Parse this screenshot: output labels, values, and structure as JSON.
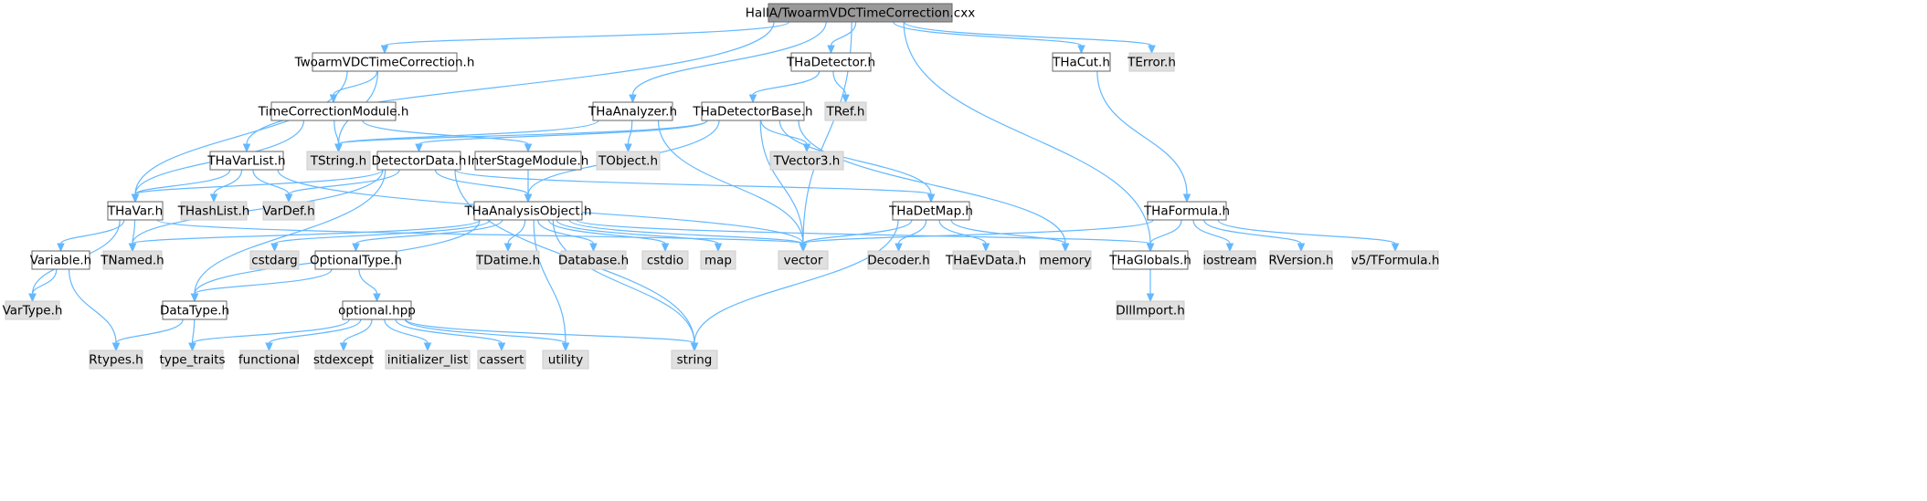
{
  "graph": {
    "title": "Include dependency graph",
    "colors": {
      "root_fill": "#999999",
      "root_stroke": "#666666",
      "node_fill": "#ffffff",
      "node_stroke": "#666666",
      "external_fill": "#e0e0e0",
      "external_stroke": "#cccccc",
      "edge": "#63b8ff"
    },
    "nodes": [
      {
        "id": "root",
        "label": "HallA/TwoarmVDCTimeCorrection.cxx",
        "kind": "root"
      },
      {
        "id": "twoarm",
        "label": "TwoarmVDCTimeCorrection.h",
        "kind": "header"
      },
      {
        "id": "thadetector",
        "label": "THaDetector.h",
        "kind": "header"
      },
      {
        "id": "thacut",
        "label": "THaCut.h",
        "kind": "header"
      },
      {
        "id": "terror",
        "label": "TError.h",
        "kind": "external"
      },
      {
        "id": "timecorr",
        "label": "TimeCorrectionModule.h",
        "kind": "header"
      },
      {
        "id": "thaanalyzer",
        "label": "THaAnalyzer.h",
        "kind": "header"
      },
      {
        "id": "thadetbase",
        "label": "THaDetectorBase.h",
        "kind": "header"
      },
      {
        "id": "tref",
        "label": "TRef.h",
        "kind": "external"
      },
      {
        "id": "thavarlist",
        "label": "THaVarList.h",
        "kind": "header"
      },
      {
        "id": "tstring",
        "label": "TString.h",
        "kind": "external"
      },
      {
        "id": "detdata",
        "label": "DetectorData.h",
        "kind": "header"
      },
      {
        "id": "interstage",
        "label": "InterStageModule.h",
        "kind": "header"
      },
      {
        "id": "tobject",
        "label": "TObject.h",
        "kind": "external"
      },
      {
        "id": "tvector3",
        "label": "TVector3.h",
        "kind": "external"
      },
      {
        "id": "thavar",
        "label": "THaVar.h",
        "kind": "header"
      },
      {
        "id": "thahashlist",
        "label": "THashList.h",
        "kind": "external"
      },
      {
        "id": "vardef",
        "label": "VarDef.h",
        "kind": "external"
      },
      {
        "id": "thaanalysisobj",
        "label": "THaAnalysisObject.h",
        "kind": "header"
      },
      {
        "id": "thadetmap",
        "label": "THaDetMap.h",
        "kind": "header"
      },
      {
        "id": "thaformula",
        "label": "THaFormula.h",
        "kind": "header"
      },
      {
        "id": "variable",
        "label": "Variable.h",
        "kind": "header"
      },
      {
        "id": "tnamed",
        "label": "TNamed.h",
        "kind": "external"
      },
      {
        "id": "cstdarg",
        "label": "cstdarg",
        "kind": "external"
      },
      {
        "id": "optionaltype",
        "label": "OptionalType.h",
        "kind": "header"
      },
      {
        "id": "tdatime",
        "label": "TDatime.h",
        "kind": "external"
      },
      {
        "id": "database",
        "label": "Database.h",
        "kind": "external"
      },
      {
        "id": "cstdio",
        "label": "cstdio",
        "kind": "external"
      },
      {
        "id": "map",
        "label": "map",
        "kind": "external"
      },
      {
        "id": "vector",
        "label": "vector",
        "kind": "external"
      },
      {
        "id": "decoder",
        "label": "Decoder.h",
        "kind": "external"
      },
      {
        "id": "thaevdata",
        "label": "THaEvData.h",
        "kind": "external"
      },
      {
        "id": "memory",
        "label": "memory",
        "kind": "external"
      },
      {
        "id": "thaglobals",
        "label": "THaGlobals.h",
        "kind": "header"
      },
      {
        "id": "iostream",
        "label": "iostream",
        "kind": "external"
      },
      {
        "id": "rversion",
        "label": "RVersion.h",
        "kind": "external"
      },
      {
        "id": "tformula",
        "label": "v5/TFormula.h",
        "kind": "external"
      },
      {
        "id": "vartype",
        "label": "VarType.h",
        "kind": "external"
      },
      {
        "id": "datatype",
        "label": "DataType.h",
        "kind": "header"
      },
      {
        "id": "optionalhpp",
        "label": "optional.hpp",
        "kind": "header"
      },
      {
        "id": "dllimport",
        "label": "DllImport.h",
        "kind": "external"
      },
      {
        "id": "rtypes",
        "label": "Rtypes.h",
        "kind": "external"
      },
      {
        "id": "typetraits",
        "label": "type_traits",
        "kind": "external"
      },
      {
        "id": "functional",
        "label": "functional",
        "kind": "external"
      },
      {
        "id": "stdexcept",
        "label": "stdexcept",
        "kind": "external"
      },
      {
        "id": "initlist",
        "label": "initializer_list",
        "kind": "external"
      },
      {
        "id": "cassert",
        "label": "cassert",
        "kind": "external"
      },
      {
        "id": "utility",
        "label": "utility",
        "kind": "external"
      },
      {
        "id": "string",
        "label": "string",
        "kind": "external"
      }
    ],
    "edges": [
      [
        "root",
        "twoarm"
      ],
      [
        "root",
        "thadetector"
      ],
      [
        "root",
        "thacut"
      ],
      [
        "root",
        "terror"
      ],
      [
        "root",
        "thaanalyzer"
      ],
      [
        "root",
        "thavarlist"
      ],
      [
        "root",
        "vector"
      ],
      [
        "root",
        "thaglobals"
      ],
      [
        "twoarm",
        "timecorr"
      ],
      [
        "twoarm",
        "tstring"
      ],
      [
        "twoarm",
        "thavar"
      ],
      [
        "thadetector",
        "thadetbase"
      ],
      [
        "thadetector",
        "tref"
      ],
      [
        "thacut",
        "thaformula"
      ],
      [
        "timecorr",
        "tstring"
      ],
      [
        "timecorr",
        "interstage"
      ],
      [
        "timecorr",
        "thavar"
      ],
      [
        "thaanalyzer",
        "tstring"
      ],
      [
        "thaanalyzer",
        "tobject"
      ],
      [
        "thaanalyzer",
        "vector"
      ],
      [
        "thadetbase",
        "tstring"
      ],
      [
        "thadetbase",
        "detdata"
      ],
      [
        "thadetbase",
        "tvector3"
      ],
      [
        "thadetbase",
        "thaanalysisobj"
      ],
      [
        "thadetbase",
        "thadetmap"
      ],
      [
        "thadetbase",
        "vector"
      ],
      [
        "thadetbase",
        "memory"
      ],
      [
        "thavarlist",
        "thavar"
      ],
      [
        "thavarlist",
        "thahashlist"
      ],
      [
        "thavarlist",
        "vardef"
      ],
      [
        "thavarlist",
        "vector"
      ],
      [
        "detdata",
        "vardef"
      ],
      [
        "detdata",
        "thaanalysisobj"
      ],
      [
        "detdata",
        "thadetmap"
      ],
      [
        "detdata",
        "tnamed"
      ],
      [
        "detdata",
        "datatype"
      ],
      [
        "detdata",
        "thavar"
      ],
      [
        "detdata",
        "string"
      ],
      [
        "interstage",
        "thaanalysisobj"
      ],
      [
        "thavar",
        "variable"
      ],
      [
        "thavar",
        "tnamed"
      ],
      [
        "thavar",
        "vartype"
      ],
      [
        "thavar",
        "vector"
      ],
      [
        "thaanalysisobj",
        "tnamed"
      ],
      [
        "thaanalysisobj",
        "cstdarg"
      ],
      [
        "thaanalysisobj",
        "optionaltype"
      ],
      [
        "thaanalysisobj",
        "tdatime"
      ],
      [
        "thaanalysisobj",
        "database"
      ],
      [
        "thaanalysisobj",
        "cstdio"
      ],
      [
        "thaanalysisobj",
        "map"
      ],
      [
        "thaanalysisobj",
        "vector"
      ],
      [
        "thaanalysisobj",
        "thaglobals"
      ],
      [
        "thaanalysisobj",
        "datatype"
      ],
      [
        "thaanalysisobj",
        "utility"
      ],
      [
        "thaanalysisobj",
        "string"
      ],
      [
        "thadetmap",
        "vector"
      ],
      [
        "thadetmap",
        "decoder"
      ],
      [
        "thadetmap",
        "thaevdata"
      ],
      [
        "thadetmap",
        "memory"
      ],
      [
        "thadetmap",
        "string"
      ],
      [
        "thaformula",
        "vector"
      ],
      [
        "thaformula",
        "thaglobals"
      ],
      [
        "thaformula",
        "iostream"
      ],
      [
        "thaformula",
        "rversion"
      ],
      [
        "thaformula",
        "tformula"
      ],
      [
        "variable",
        "vartype"
      ],
      [
        "variable",
        "rtypes"
      ],
      [
        "optionaltype",
        "datatype"
      ],
      [
        "optionaltype",
        "optionalhpp"
      ],
      [
        "datatype",
        "rtypes"
      ],
      [
        "datatype",
        "typetraits"
      ],
      [
        "optionalhpp",
        "typetraits"
      ],
      [
        "optionalhpp",
        "functional"
      ],
      [
        "optionalhpp",
        "stdexcept"
      ],
      [
        "optionalhpp",
        "initlist"
      ],
      [
        "optionalhpp",
        "cassert"
      ],
      [
        "optionalhpp",
        "utility"
      ],
      [
        "optionalhpp",
        "string"
      ],
      [
        "thaglobals",
        "dllimport"
      ]
    ]
  }
}
